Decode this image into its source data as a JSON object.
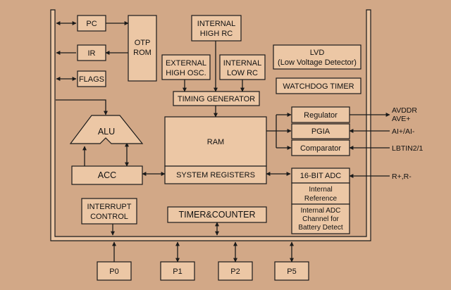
{
  "colors": {
    "background": "#d2a887",
    "block_fill": "#ecc7a5",
    "stroke": "#1a1a1a"
  },
  "blocks": {
    "pc": "PC",
    "ir": "IR",
    "flags": "FLAGS",
    "otp_rom": [
      "OTP",
      "ROM"
    ],
    "internal_high_rc": [
      "INTERNAL",
      "HIGH RC"
    ],
    "external_high_osc": [
      "EXTERNAL",
      "HIGH OSC."
    ],
    "internal_low_rc": [
      "INTERNAL",
      "LOW RC"
    ],
    "lvd": [
      "LVD",
      "(Low Voltage Detector)"
    ],
    "watchdog_timer": "WATCHDOG TIMER",
    "timing_generator": "TIMING GENERATOR",
    "alu": "ALU",
    "ram": "RAM",
    "regulator": "Regulator",
    "pgia": "PGIA",
    "comparator": "Comparator",
    "acc": "ACC",
    "system_registers": "SYSTEM REGISTERS",
    "adc_16bit": "16-BIT ADC",
    "internal_reference": [
      "Internal",
      "Reference"
    ],
    "internal_adc_channel": [
      "Internal ADC",
      "Channel for",
      "Battery Detect"
    ],
    "interrupt_control": [
      "INTERRUPT",
      "CONTROL"
    ],
    "timer_counter": "TIMER&COUNTER",
    "ports": [
      "P0",
      "P1",
      "P2",
      "P5"
    ]
  },
  "pins": {
    "regulator_out": [
      "AVDDR",
      "AVE+"
    ],
    "pgia_in": "AI+/AI-",
    "comparator_out": "LBTIN2/1",
    "adc_in": "R+,R-"
  }
}
